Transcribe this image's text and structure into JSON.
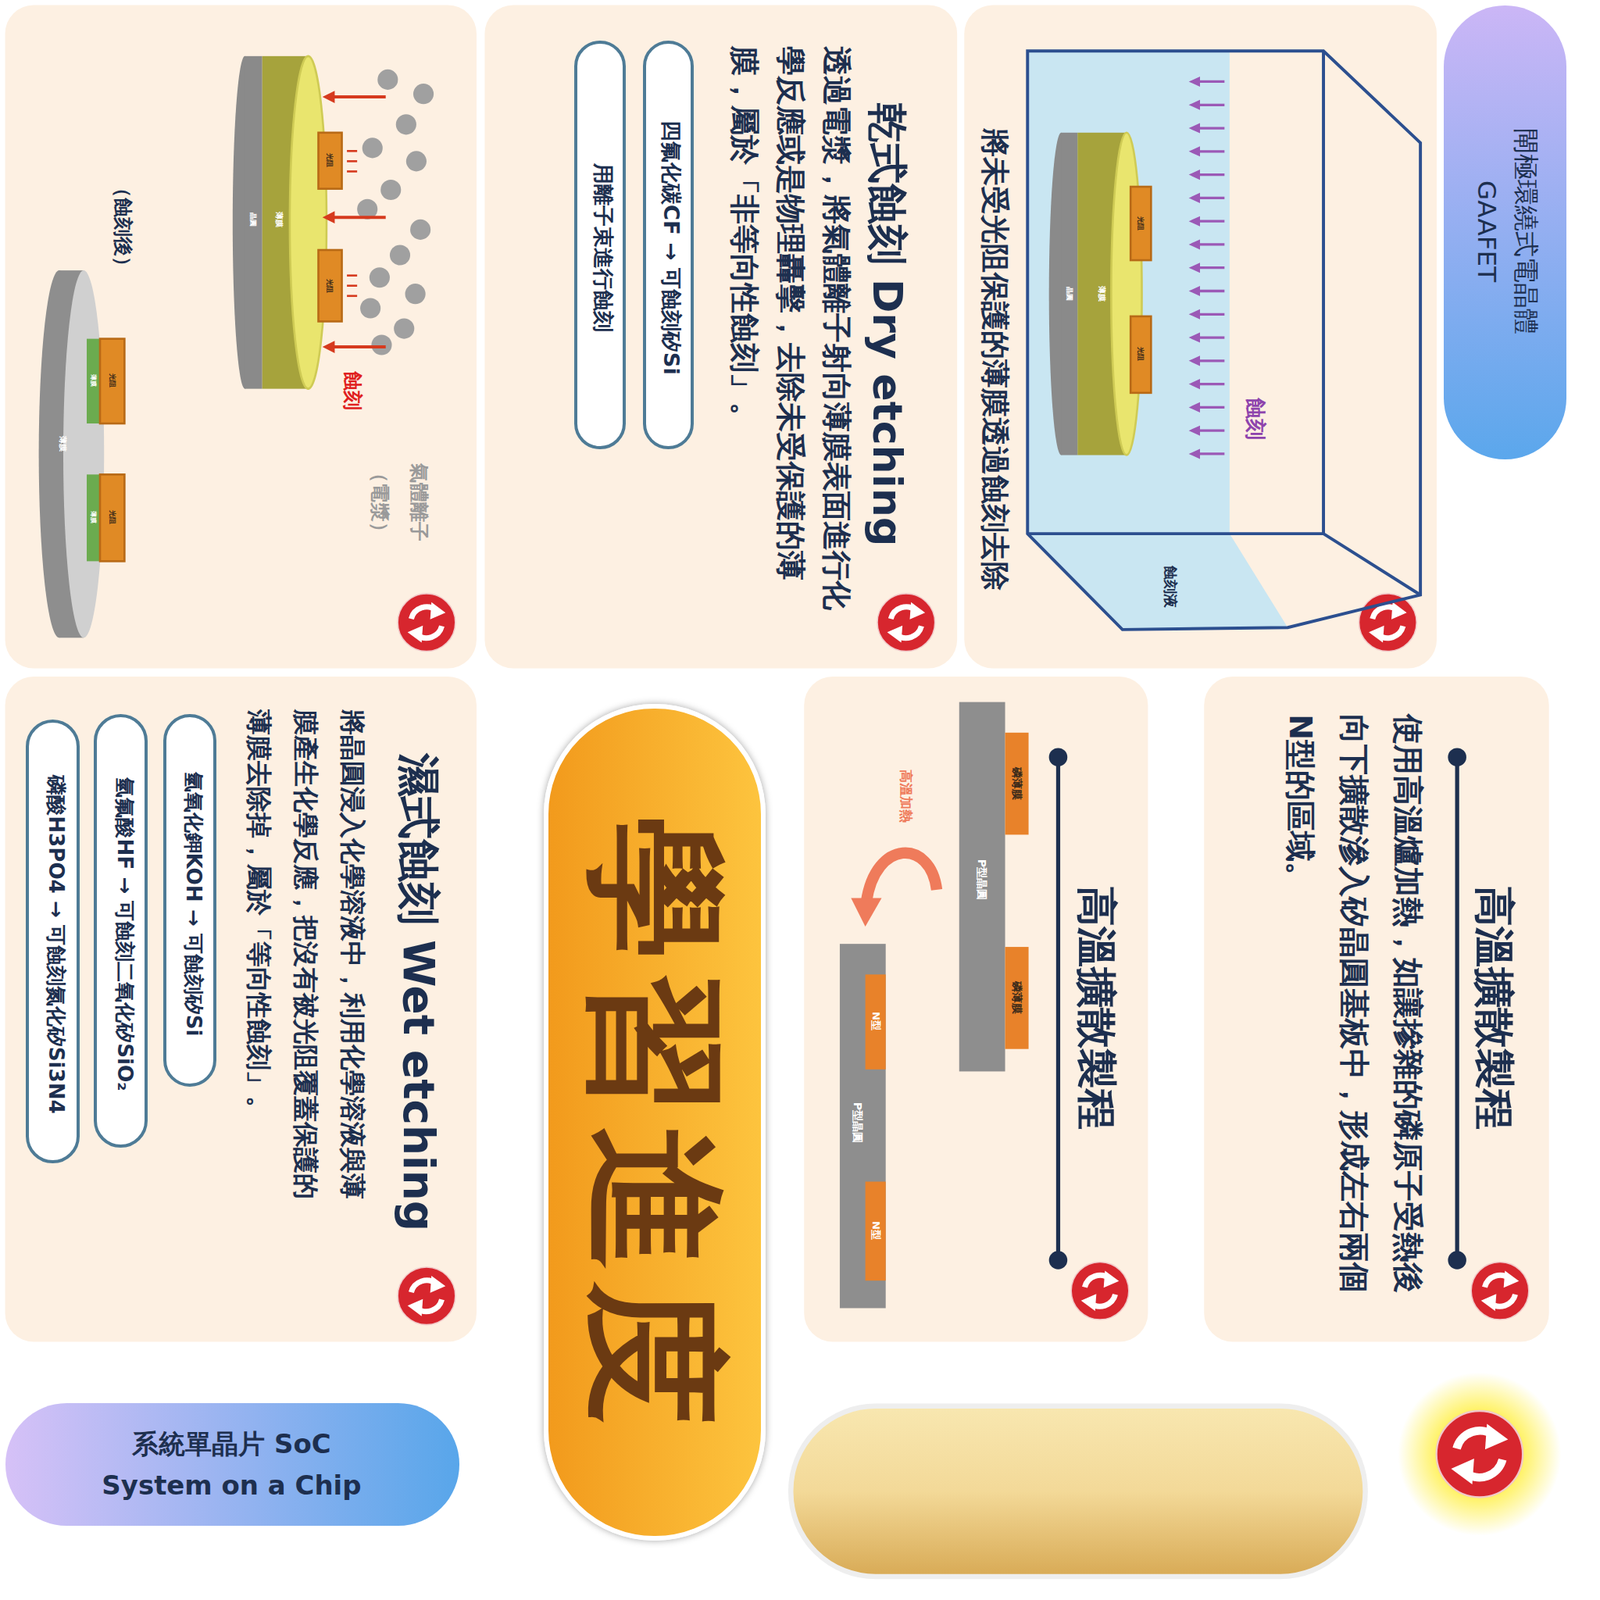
{
  "diagram": {
    "nodes": [
      {
        "text": [
          "乾式蝕刻 Dry etching",
          "透過電漿，將氣體離子射向薄膜表面進行化學反應或是物理轟擊，去除未受保護的薄膜，屬於「非等向性蝕刻」。"
        ]
      },
      {
        "text": [
          "四氟化碳CF → 可蝕刻矽Si"
        ],
        "in": 0
      },
      {
        "text": [
          "用離子束進行蝕刻"
        ],
        "in": 0
      },
      {
        "text": [
          "閘極環繞式電晶體 GAAFET"
        ]
      },
      {
        "text": [
          "濕式蝕刻 Wet etching",
          "將晶圓浸入化學溶液中，利用化學溶液與薄膜產生化學反應，把沒有被光阻覆蓋保護的薄膜去除掉，屬於「等向性蝕刻」。"
        ]
      },
      {
        "text": [
          "氫氧化鉀KOH → 可蝕刻矽Si"
        ],
        "in": 4
      },
      {
        "text": [
          "氫氟酸HF → 可蝕刻二氧化矽SiO₂"
        ],
        "in": 4
      },
      {
        "text": [
          "磷酸H3PO4 → 可蝕刻氮化矽Si3N4"
        ],
        "in": 4
      },
      {
        "text": [
          "學習進度"
        ]
      },
      {
        "text": [
          "高溫擴散製程"
        ]
      },
      {
        "text": [
          "高溫擴散製程",
          "使用高溫爐加熱，如讓摻雜的磷原子受熱後向下擴散滲入矽晶圓基板中，形成左右兩個N型的區域。"
        ]
      },
      {
        "text": [
          "系統單晶片 SoC System on a Chip"
        ]
      }
    ],
    "labels": [
      "氣體離子",
      "（電漿）",
      "蝕刻",
      "光阻",
      "光阻",
      "薄膜",
      "晶圓",
      "（蝕刻後）",
      "光阻",
      "薄膜",
      "光阻",
      "薄膜",
      "薄膜",
      "將未受光阻保護的薄膜透過蝕刻去除",
      "蝕刻",
      "光阻",
      "光阻",
      "薄膜",
      "晶圓",
      "蝕刻液",
      "磷薄膜",
      "P型晶圓",
      "磷薄膜",
      "高溫加熱",
      "N型",
      "P型晶圓",
      "N型"
    ]
  }
}
